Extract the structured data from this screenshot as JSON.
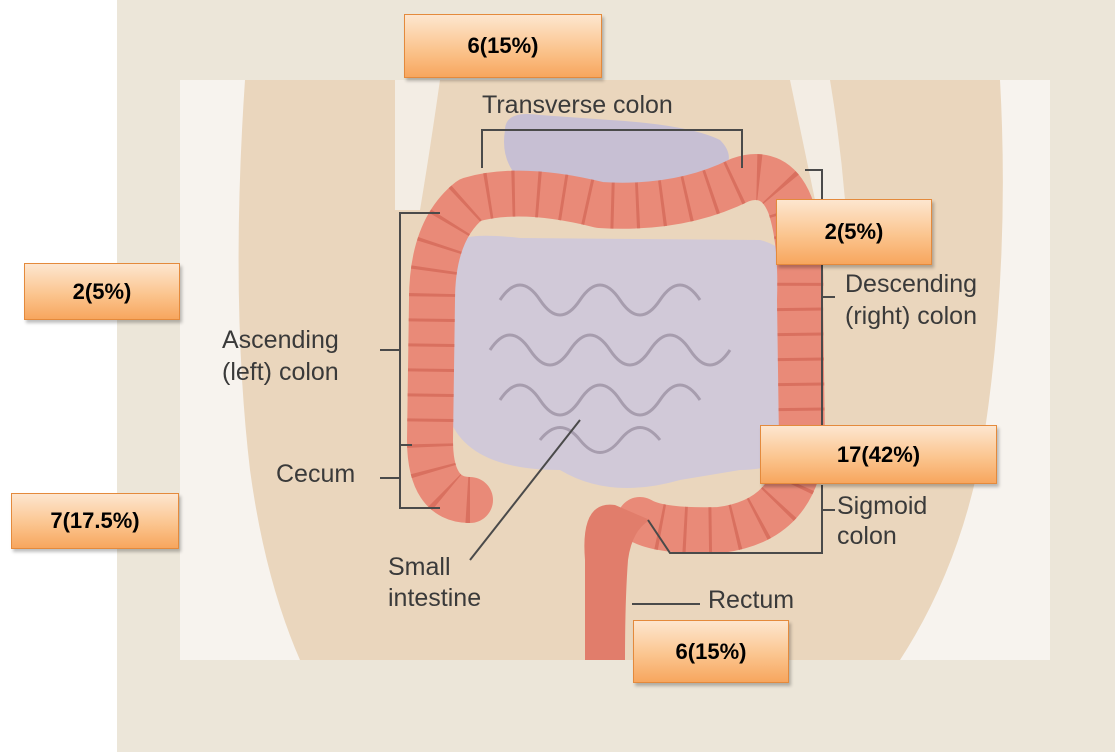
{
  "labels": {
    "transverse": "Transverse colon",
    "descending_1": "Descending",
    "descending_2": "(right) colon",
    "ascending_1": "Ascending",
    "ascending_2": "(left) colon",
    "cecum": "Cecum",
    "sigmoid_1": "Sigmoid",
    "sigmoid_2": "colon",
    "small_1": "Small",
    "small_2": "intestine",
    "rectum": "Rectum"
  },
  "callouts": {
    "transverse": "6(15%)",
    "descending": "2(5%)",
    "ascending": "2(5%)",
    "sigmoid": "17(42%)",
    "cecum": "7(17.5%)",
    "rectum": "6(15%)"
  },
  "colors": {
    "panel": "#ece6d9",
    "colon": "#e98a78",
    "small_intestine": "#cfc6d6",
    "callout_border": "#e48a3c"
  }
}
